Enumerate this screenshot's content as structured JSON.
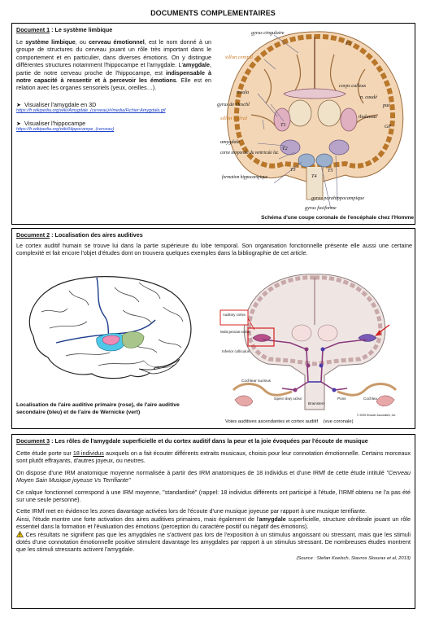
{
  "page_title": "DOCUMENTS COMPLEMENTAIRES",
  "doc1": {
    "heading_num": "Document 1",
    "heading_rest": " : Le système limbique",
    "p_a": "Le ",
    "p_b": "système limbique",
    "p_c": ", ou ",
    "p_d": "cerveau émotionnel",
    "p_e": ", est le nom donné à un groupe de structures du cerveau jouant un rôle très important dans le comportement et en particulier, dans diverses émotions. On y distingue différentes structures notamment l'hippocampe et l'amygdale. L'",
    "p_f": "amygdale",
    "p_g": ", partie de notre cerveau proche de l'hippocampe, est ",
    "p_h": "indispensable à notre capacité à ressentir et à percevoir les émotions",
    "p_i": ". Elle est en relation avec les organes sensoriels (yeux, oreilles…).",
    "bullet1": "Visualiser l'amygdale en 3D",
    "link1": "https://fr.wikipedia.org/wiki/Amygdale_(cerveau)#/media/Fichier:Amygdala.gif",
    "bullet2": "Visualiser l'hippocampe",
    "link2": "https://fr.wikipedia.org/wiki/Hippocampe_(cerveau)",
    "caption": "Schéma d'une coupe coronale de l'encéphale chez l'Homme",
    "labels": {
      "gyrus_cingulaire": "gyrus cingulaire",
      "f1": "F1",
      "sillon_central": "sillon central",
      "corps_calleux": "corps calleux",
      "n_caude": "n. caudé",
      "insula": "insula",
      "gyrus_heschl": "gyrus de Heschl",
      "thalamus": "thalamus",
      "put": "put",
      "gp": "GP",
      "sillon_lateral": "sillon latéral",
      "t1": "T1",
      "amygdale": "amygdale",
      "t2": "T2",
      "corne": "corne temporale du ventricule lat.",
      "t3": "T3",
      "t4": "T4",
      "t5": "T5",
      "formation": "formation hippocampique",
      "gyrus_para": "gyrus parahippocampique",
      "gyrus_fusi": "gyrus fusiforme"
    }
  },
  "doc2": {
    "heading_num": "Document 2",
    "heading_rest": " : Localisation des aires auditives",
    "text": "Le cortex auditif humain se trouve lui dans la partie supérieure du lobe temporal. Son organisation fonctionnelle présente elle aussi une certaine complexité et fait encore l'objet d'études dont on trouvera quelques exemples dans la bibliographie de cet article.",
    "caption_left": "Localisation de l'aire auditive primaire (rose), de l'aire auditive secondaire (bleu) et de l'aire de Wernicke (vert)",
    "caption_right_a": "Voies auditives ascendantes et cortex auditif",
    "caption_right_b": "(vue coronale)",
    "copyright": "© 2005 Sinauer Associates, Inc.",
    "labels": {
      "auditory_cortex": "Auditory cortex",
      "medial_geniculate": "Medial geniculate nucleus",
      "inferior_colliculus": "Inferior colliculus",
      "cochlear_nucleus": "Cochlear nucleus",
      "superior_olivary": "Superior olivary nucleus",
      "brainstem": "Brainstem",
      "pons": "Pons",
      "cochlea": "Cochlea"
    }
  },
  "doc3": {
    "heading_num": "Document 3",
    "heading_rest": " : Les rôles de l'amygdale superficielle et du cortex auditif dans la peur et la joie évoquées par l'écoute de musique",
    "p1_a": "Cette étude porte sur ",
    "p1_b": "18 individus",
    "p1_c": " auxquels on a fait écouter différents extraits musicaux, choisis pour leur connotation émotionnelle. Certains morceaux sont plutôt effrayants, d'autres joyeux, ou neutres.",
    "p2": "On dispose d'une IRM anatomique moyenne normalisée à partir des IRM anatomiques de 18 individus et d'une IRMf de cette étude intitulé ",
    "p2_italic": "\"Cerveau Moyen Sain Musique joyeuse Vs Terrifiante\"",
    "p3": "Ce calque fonctionnel correspond à une IRM moyenne, \"standardisé\" (rappel: 18 individus différents ont participé à l'étude, l'IRMf obtenu ne l'a pas été sur une seule personne).",
    "p4": "Cette IRMf met en évidence les zones davantage activées lors de l'écoute d'une musique joyeuse par rapport à une musique terrifiante.",
    "p5_a": "Ainsi, l'étude montre une forte activation des aires auditives primaires, mais également de l'",
    "p5_b": "amygdale",
    "p5_c": " superficielle, structure cérébrale jouant un rôle essentiel dans la formation et l'évaluation des émotions (perception du caractère positif ou négatif des émotions).",
    "p6": " Ces résultats ne signifient pas que les amygdales ne s'activent pas lors de l'exposition à un stimulus angoissant ou stressant, mais que les stimuli dotés d'une connotation émotionnelle positive stimulent davantage les amygdales par rapport à un stimulus stressant. De nombreuses études montrent que les stimuli stressants activent l'amygdale.",
    "source": "(Source : Stefan Koelsch, Stavros Skouras et al, 2013)"
  },
  "colors": {
    "primary_auditory": "#f08cb4",
    "secondary_auditory": "#4fc8e8",
    "wernicke": "#a8c68c",
    "label_orange": "#c8741c"
  }
}
